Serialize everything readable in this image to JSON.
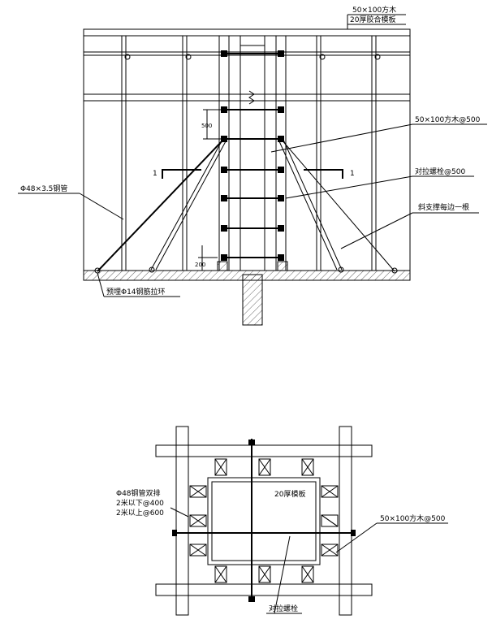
{
  "elevation": {
    "label_timber_top": "50×100方木",
    "label_plywood_top": "20厚胶合模板",
    "label_timber_side": "50×100方木@500",
    "label_steel_pipe": "Φ48×3.5钢管",
    "label_tie_bolt": "对拉螺栓@500",
    "label_brace": "斜支撑每边一根",
    "label_embedded_ring": "预埋Φ14钢筋拉环",
    "dim_500": "500",
    "dim_200": "200",
    "section_mark_left": "1",
    "section_mark_right": "1"
  },
  "plan": {
    "label_steel_double": "Φ48钢管双排",
    "label_below_2m": "2米以下@400",
    "label_above_2m": "2米以上@600",
    "label_plywood": "20厚模板",
    "label_timber": "50×100方木@500",
    "label_tie_bolt": "对拉螺栓"
  }
}
